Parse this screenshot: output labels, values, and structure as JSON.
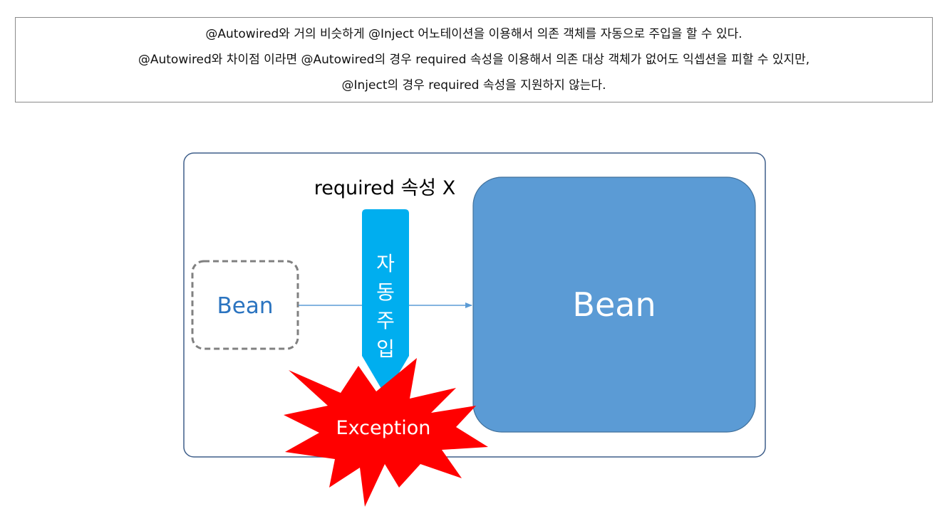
{
  "note": {
    "lines": [
      "@Autowired와 거의 비슷하게 @Inject 어노테이션을 이용해서 의존 객체를 자동으로 주입을 할 수 있다.",
      "@Autowired와 차이점 이라면 @Autowired의 경우 required 속성을 이용해서 의존 대상 객체가 없어도 익셉션을 피할 수 있지만,",
      "@Inject의 경우 required 속성을 지원하지 않는다."
    ]
  },
  "diagram": {
    "required_label": "required 속성 X",
    "source_bean_label": "Bean",
    "target_bean_label": "Bean",
    "injection_chars": [
      "자",
      "동",
      "주",
      "입"
    ],
    "exception_label": "Exception",
    "colors": {
      "frame_border": "#3e5e8a",
      "source_bean_border": "#808080",
      "source_bean_text": "#2b74c0",
      "target_bean_fill": "#5b9bd5",
      "target_bean_border": "#41719c",
      "target_bean_text": "#ffffff",
      "injection_arrow_fill": "#00aeef",
      "connector_line": "#5b9bd5",
      "exception_fill": "#ff0000",
      "exception_text": "#ffffff"
    }
  }
}
